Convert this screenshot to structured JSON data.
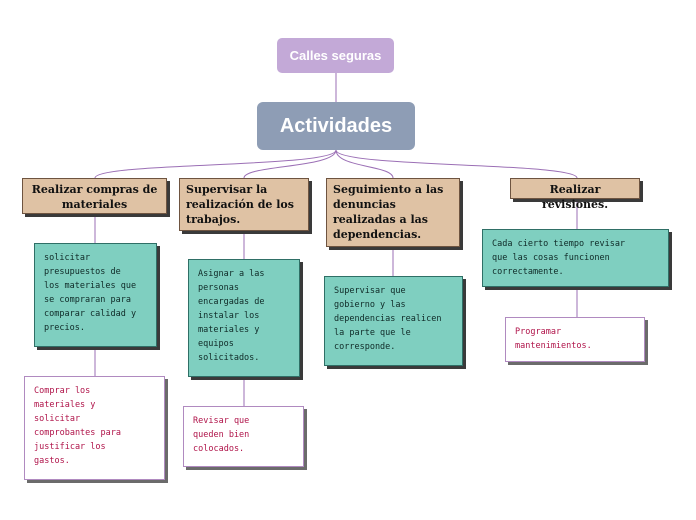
{
  "diagram": {
    "root": "Calles seguras",
    "main": "Actividades",
    "branches": [
      {
        "topic": "Realizar compras  de\nmateriales",
        "detail": "solicitar\npresupuestos de\nlos materiales que\nse compraran para\ncomparar calidad y\nprecios.",
        "leaf": "Comprar los\nmateriales y\nsolicitar\ncomprobantes para\njustificar los\ngastos."
      },
      {
        "topic": "Supervisar la\nrealización de los\ntrabajos.",
        "detail": "Asignar a las\npersonas\nencargadas de\ninstalar los\nmateriales y\nequipos\nsolicitados.",
        "leaf": "Revisar que\nqueden bien\ncolocados."
      },
      {
        "topic": "Seguimiento a las\ndenuncias\nrealizadas a las\ndependencias.",
        "detail": "Supervisar que\ngobierno y las\ndependencias realicen\nla parte que le\ncorresponde."
      },
      {
        "topic": "Realizar revisiones.",
        "detail": "Cada cierto tiempo revisar\nque las cosas funcionen\ncorrectamente.",
        "leaf": "Programar\nmantenimientos."
      }
    ]
  },
  "colors": {
    "root": "#c3a9d7",
    "main": "#8e9db5",
    "topic": "#dfc2a4",
    "detail": "#7fcfc0",
    "leaf_text": "#b0144a",
    "connector": "#9b6fb5"
  }
}
